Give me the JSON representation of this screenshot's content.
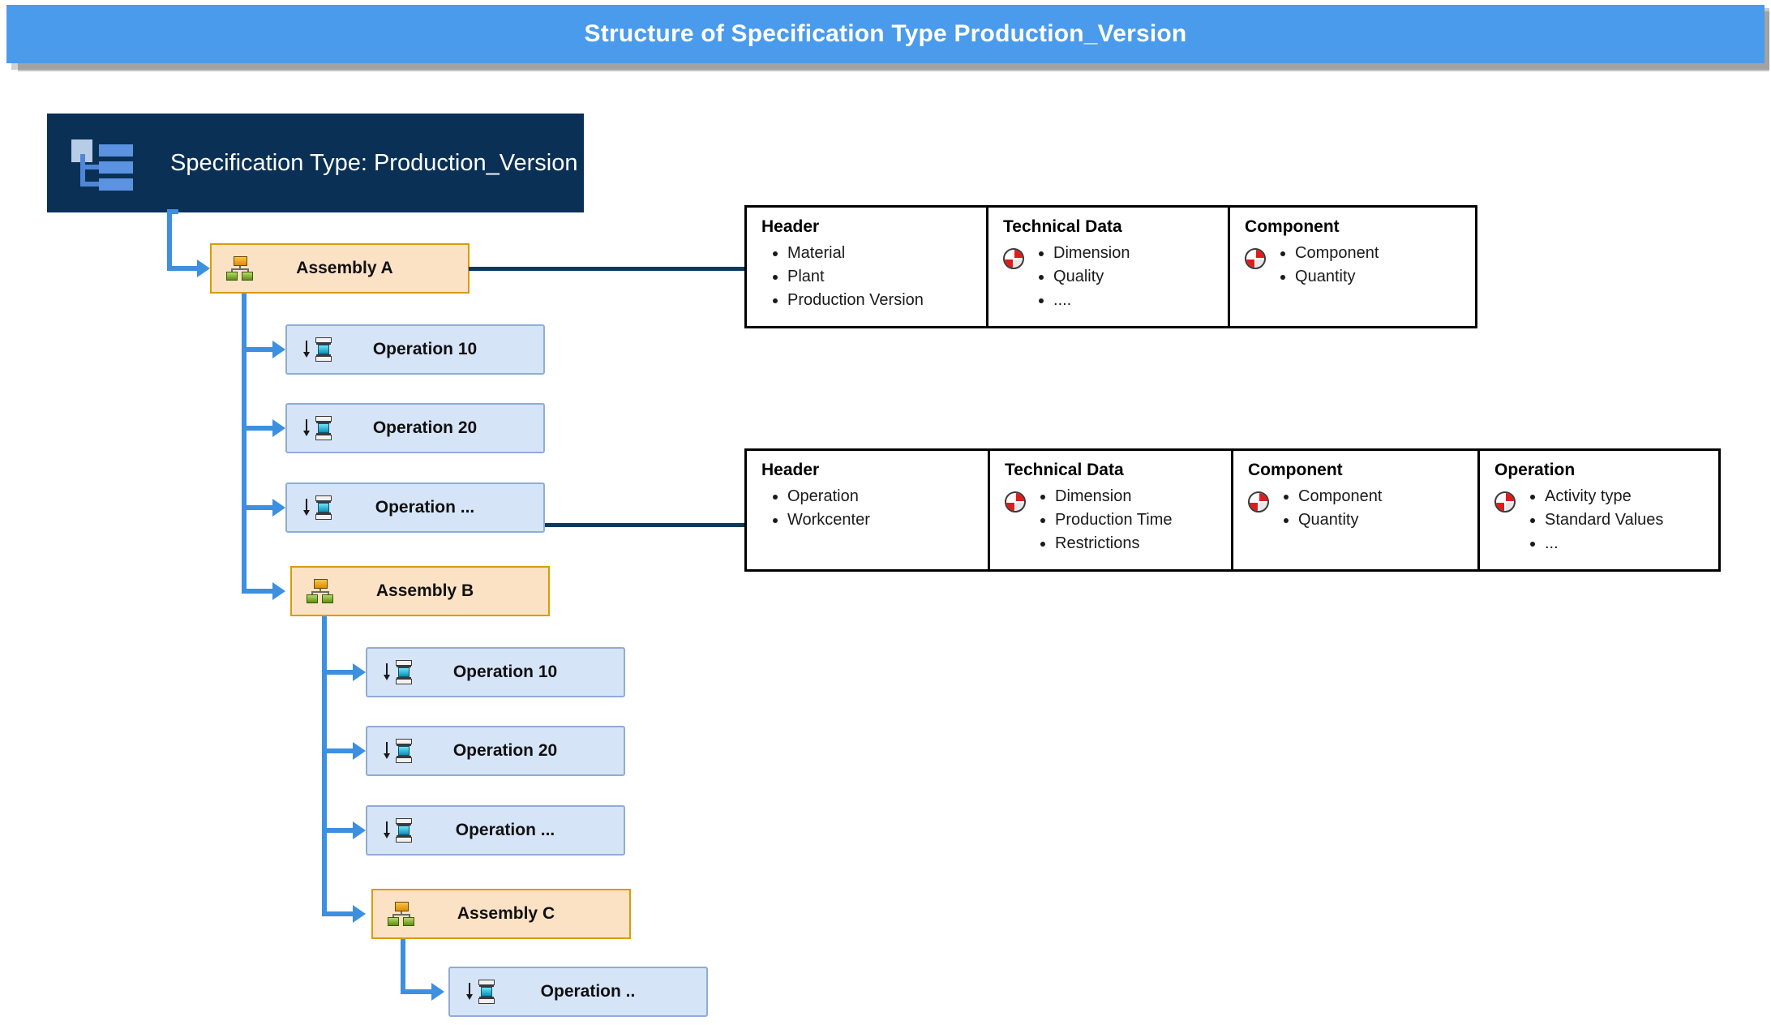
{
  "banner": {
    "title": "Structure of Specification Type Production_Version",
    "bg_color": "#4a9bec",
    "text_color": "#ffffff"
  },
  "root_node": {
    "label": "Specification Type: Production_Version",
    "icon": "tree-structure-icon",
    "bg_color": "#0a3055",
    "text_color": "#ffffff"
  },
  "tree": {
    "assembly_color": "#fce2c4",
    "assembly_border": "#d89c06",
    "operation_color": "#d6e4f7",
    "operation_border": "#8fadd4",
    "connector_color": "#3d8fe0",
    "link_color": "#0d3a5c",
    "nodes": [
      {
        "id": "assembly-a",
        "label": "Assembly A",
        "type": "assembly",
        "icon": "org-chart-icon"
      },
      {
        "id": "a-op-10",
        "label": "Operation 10",
        "type": "operation",
        "icon": "operation-flow-icon"
      },
      {
        "id": "a-op-20",
        "label": "Operation 20",
        "type": "operation",
        "icon": "operation-flow-icon"
      },
      {
        "id": "a-op-dots",
        "label": "Operation ...",
        "type": "operation",
        "icon": "operation-flow-icon"
      },
      {
        "id": "assembly-b",
        "label": "Assembly B",
        "type": "assembly",
        "icon": "org-chart-icon"
      },
      {
        "id": "b-op-10",
        "label": "Operation 10",
        "type": "operation",
        "icon": "operation-flow-icon"
      },
      {
        "id": "b-op-20",
        "label": "Operation 20",
        "type": "operation",
        "icon": "operation-flow-icon"
      },
      {
        "id": "b-op-dots",
        "label": "Operation ...",
        "type": "operation",
        "icon": "operation-flow-icon"
      },
      {
        "id": "assembly-c",
        "label": "Assembly C",
        "type": "assembly",
        "icon": "org-chart-icon"
      },
      {
        "id": "c-op-dots",
        "label": "Operation ..",
        "type": "operation",
        "icon": "operation-flow-icon"
      }
    ]
  },
  "tables": [
    {
      "id": "assembly-detail-table",
      "columns": [
        {
          "title": "Header",
          "has_icon": false,
          "icon": "",
          "items": [
            "Material",
            "Plant",
            "Production Version"
          ]
        },
        {
          "title": "Technical Data",
          "has_icon": true,
          "icon": "sphere-red-white-icon",
          "items": [
            "Dimension",
            "Quality",
            "...."
          ]
        },
        {
          "title": "Component",
          "has_icon": true,
          "icon": "sphere-red-white-icon",
          "items": [
            "Component",
            "Quantity"
          ]
        }
      ]
    },
    {
      "id": "operation-detail-table",
      "columns": [
        {
          "title": "Header",
          "has_icon": false,
          "icon": "",
          "items": [
            "Operation",
            "Workcenter"
          ]
        },
        {
          "title": "Technical Data",
          "has_icon": true,
          "icon": "sphere-red-white-icon",
          "items": [
            "Dimension",
            "Production Time",
            "Restrictions"
          ]
        },
        {
          "title": "Component",
          "has_icon": true,
          "icon": "sphere-red-white-icon",
          "items": [
            "Component",
            "Quantity"
          ]
        },
        {
          "title": "Operation",
          "has_icon": true,
          "icon": "sphere-red-white-icon",
          "items": [
            "Activity type",
            "Standard Values",
            "..."
          ]
        }
      ]
    }
  ]
}
